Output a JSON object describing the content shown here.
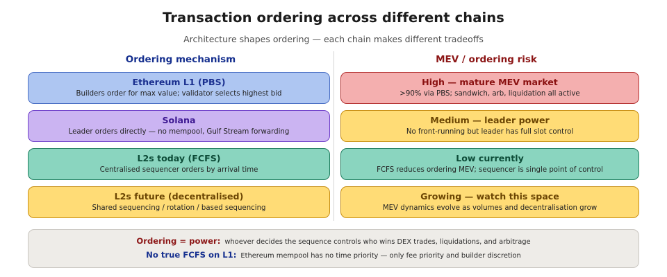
{
  "header": {
    "title": "Transaction ordering across different chains",
    "subtitle": "Architecture shapes ordering — each chain makes different tradeoffs"
  },
  "columns": {
    "left_heading": "Ordering mechanism",
    "right_heading": "MEV / ordering risk",
    "left_heading_color": "#16308f",
    "right_heading_color": "#8c1616"
  },
  "rows": [
    {
      "left": {
        "title": "Ethereum L1 (PBS)",
        "subtitle": "Builders order for max value; validator selects highest bid",
        "fill": "#aec6f2",
        "border": "#4a6fc4",
        "title_color": "#1a2f8f"
      },
      "right": {
        "title": "High — mature MEV market",
        "subtitle": ">90% via PBS; sandwich, arb, liquidation all active",
        "fill": "#f4afaf",
        "border": "#b53434",
        "title_color": "#8a1010"
      }
    },
    {
      "left": {
        "title": "Solana",
        "subtitle": "Leader orders directly — no mempool, Gulf Stream forwarding",
        "fill": "#cbb4f2",
        "border": "#6f3fc9",
        "title_color": "#3d1891"
      },
      "right": {
        "title": "Medium — leader power",
        "subtitle": "No front-running but leader has full slot control",
        "fill": "#ffdc76",
        "border": "#c88f14",
        "title_color": "#6b4503"
      }
    },
    {
      "left": {
        "title": "L2s today (FCFS)",
        "subtitle": "Centralised sequencer orders by arrival time",
        "fill": "#8ad5bf",
        "border": "#1e7d5e",
        "title_color": "#0d4c38"
      },
      "right": {
        "title": "Low currently",
        "subtitle": "FCFS reduces ordering MEV; sequencer is single point of control",
        "fill": "#8ad5bf",
        "border": "#1e7d5e",
        "title_color": "#0d4c38"
      }
    },
    {
      "left": {
        "title": "L2s future (decentralised)",
        "subtitle": "Shared sequencing / rotation / based sequencing",
        "fill": "#ffdc76",
        "border": "#c88f14",
        "title_color": "#6b4503"
      },
      "right": {
        "title": "Growing — watch this space",
        "subtitle": "MEV dynamics evolve as volumes and decentralisation grow",
        "fill": "#ffdc76",
        "border": "#c88f14",
        "title_color": "#6b4503"
      }
    }
  ],
  "footer": {
    "lines": [
      {
        "label": "Ordering = power:",
        "text": "whoever decides the sequence controls who wins DEX trades, liquidations, and arbitrage",
        "label_color": "#8c1616"
      },
      {
        "label": "No true FCFS on L1:",
        "text": "Ethereum mempool has no time priority — only fee priority and builder discretion",
        "label_color": "#16308f"
      }
    ]
  }
}
